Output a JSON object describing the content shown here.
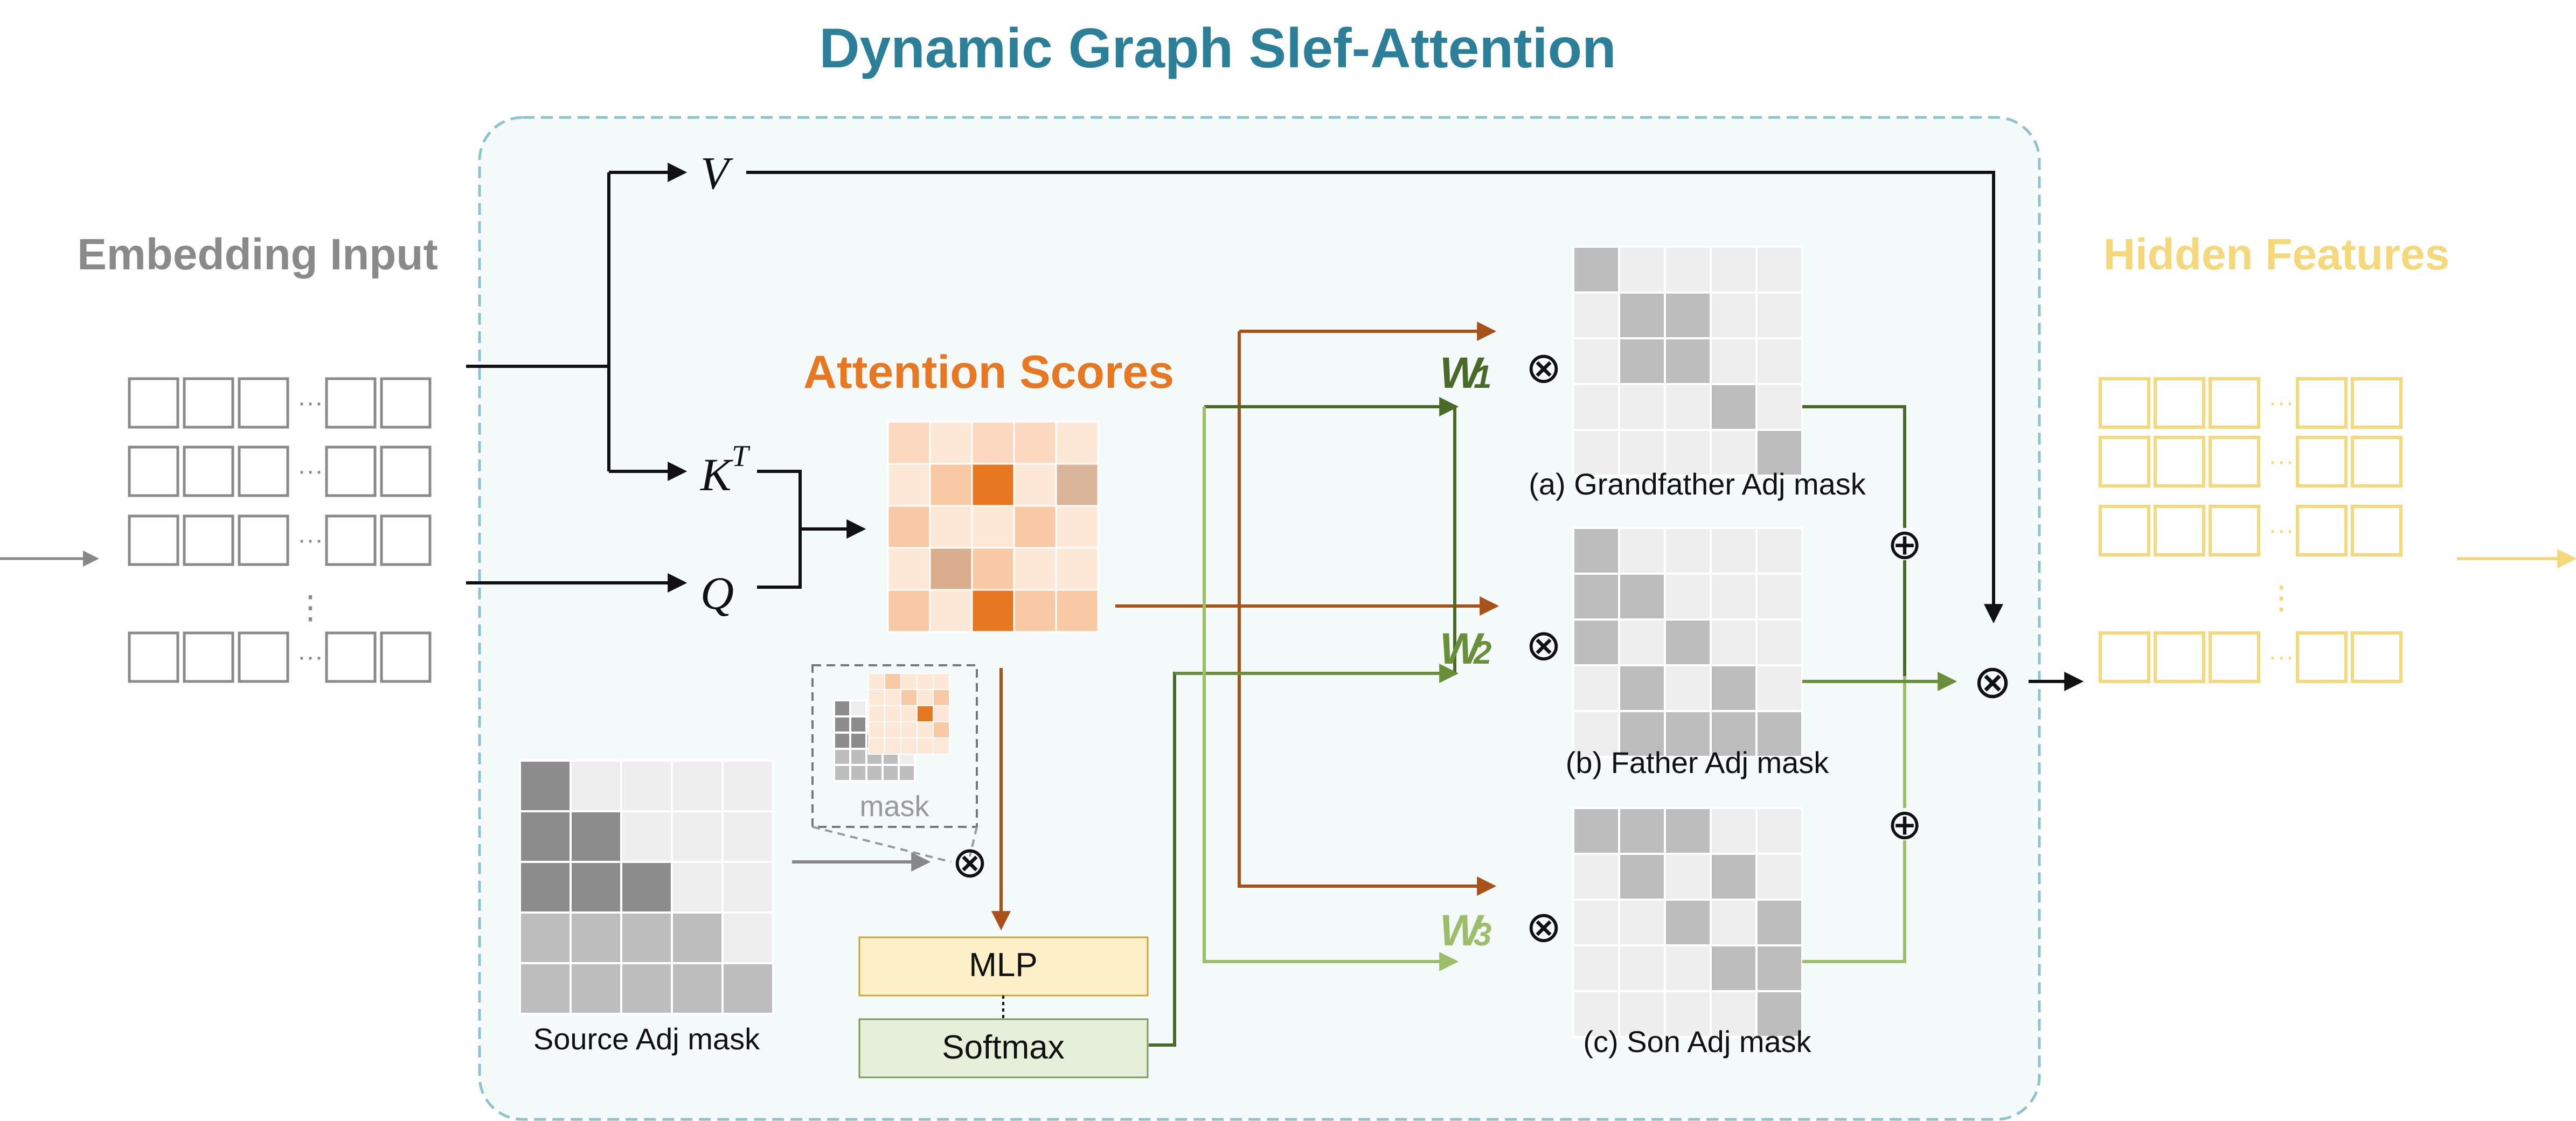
{
  "title": "Dynamic  Graph Slef-Attention",
  "input_label": "Embedding Input",
  "output_label": "Hidden Features",
  "attention_scores_label": "Attention Scores",
  "symbols": {
    "v": "V",
    "k": "K",
    "k_sup": "T",
    "q": "Q",
    "otimes": "⊗",
    "oplus": "⊕",
    "ellipsis_h": "···",
    "ellipsis_v": "⋮"
  },
  "weights": [
    {
      "letter": "W",
      "sub": "1",
      "color": "#4a6a2a"
    },
    {
      "letter": "W",
      "sub": "2",
      "color": "#6a8f3a"
    },
    {
      "letter": "W",
      "sub": "3",
      "color": "#9dbd6a"
    }
  ],
  "masks": {
    "grandfather": "(a) Grandfather Adj mask",
    "father": "(b) Father Adj mask",
    "son": "(c) Son Adj mask",
    "source": "Source Adj mask",
    "inset": "mask"
  },
  "mlp_label": "MLP",
  "softmax_label": "Softmax",
  "colors": {
    "title": "#2b7f98",
    "input_gray": "#8a8a8a",
    "output_yellow": "#f5d87a",
    "attention_orange": "#e87722",
    "brown_arrow": "#a8521a",
    "green_dark": "#4a6a2a",
    "green_mid": "#6a8f3a",
    "green_light": "#9dbd6a",
    "panel_bg": "#f4fafa",
    "panel_border": "#8fc3cc",
    "mlp_fill": "#fdf0c8",
    "softmax_fill": "#e6efd9"
  }
}
